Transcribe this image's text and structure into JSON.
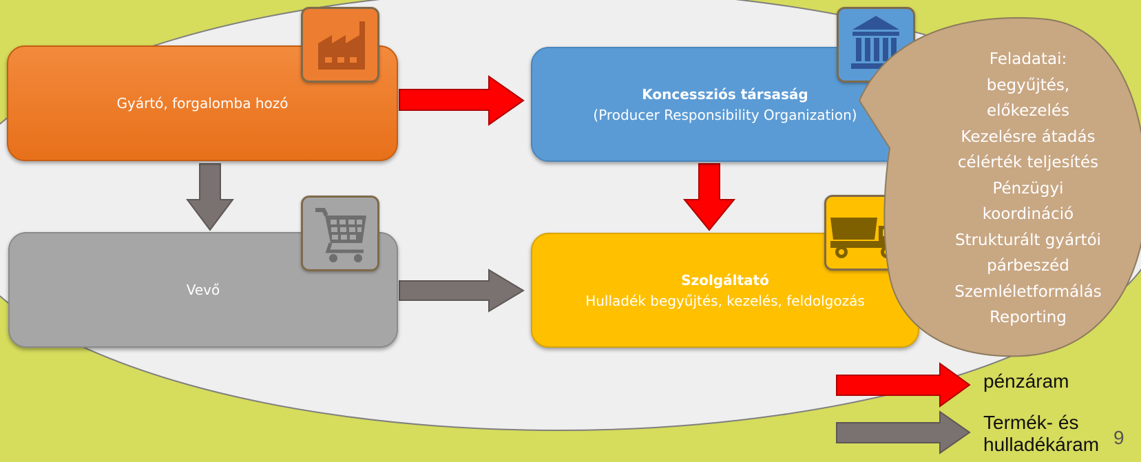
{
  "manufacturer": {
    "label": "Gyártó, forgalomba hozó"
  },
  "buyer": {
    "label": "Vevő"
  },
  "pro": {
    "title": "Koncessziós társaság",
    "subtitle": "(Producer Responsibility Organization)"
  },
  "service": {
    "title": "Szolgáltató",
    "subtitle": "Hulladék begyűjtés, kezelés, feldolgozás"
  },
  "bubble": {
    "lines": [
      "Feladatai:",
      "begyűjtés,",
      "előkezelés",
      "Kezelésre átadás",
      "célérték teljesítés",
      "Pénzügyi",
      "koordináció",
      "Strukturált gyártói",
      "párbeszéd",
      "Szemléletformálás",
      "Reporting"
    ]
  },
  "legend": {
    "money_label": "pénzáram",
    "product_label": "Termék- és hulladékáram"
  },
  "page_number": "9",
  "icons": {
    "manufacturer": "factory-icon",
    "buyer": "shopping-cart-icon",
    "pro": "bank-building-icon",
    "service": "dump-truck-icon"
  },
  "colors": {
    "background": "#d6dc5c",
    "ellipse": "#efefef",
    "money_arrow": "#ff0000",
    "product_arrow": "#7a7270",
    "manufacturer": "#ed7d31",
    "buyer": "#a6a6a6",
    "pro": "#5b9bd5",
    "service": "#ffc000",
    "bubble": "#c8a783"
  }
}
